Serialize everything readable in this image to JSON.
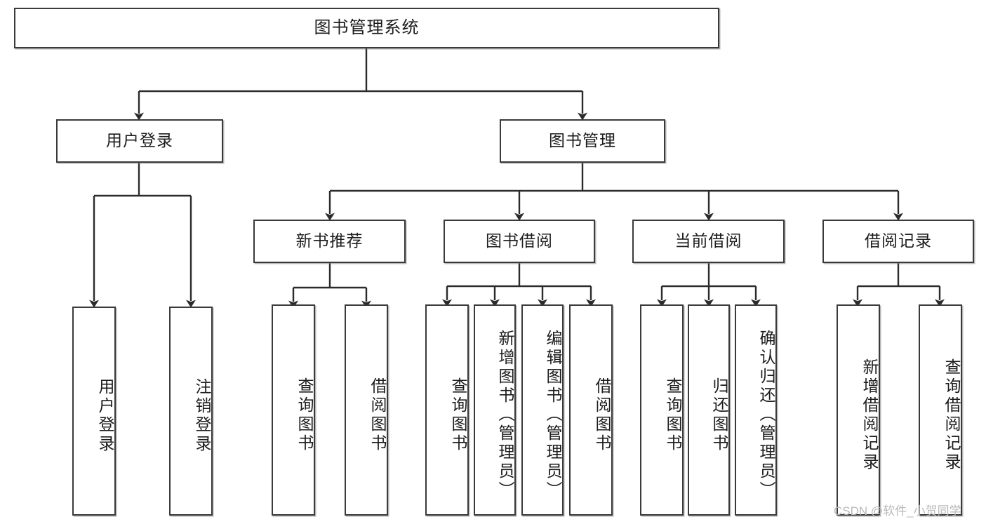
{
  "diagram": {
    "title": "图书管理系统",
    "type": "hierarchy-tree",
    "colors": {
      "box_border": "#3a3a3a",
      "box_fill": "#ffffff",
      "line": "#2b2b2b",
      "text": "#1c1c1c",
      "watermark": "#b9b9b9",
      "background": "#ffffff"
    },
    "root": {
      "label": "图书管理系统"
    },
    "level1": [
      {
        "label": "用户登录"
      },
      {
        "label": "图书管理"
      }
    ],
    "level2": [
      {
        "label": "新书推荐"
      },
      {
        "label": "图书借阅"
      },
      {
        "label": "当前借阅"
      },
      {
        "label": "借阅记录"
      }
    ],
    "leaves": {
      "user_login": [
        {
          "label": "用户登录"
        },
        {
          "label": "注销登录"
        }
      ],
      "new_book_recommend": [
        {
          "label": "查询图书"
        },
        {
          "label": "借阅图书"
        }
      ],
      "book_borrow": [
        {
          "label": "查询图书"
        },
        {
          "label": "新增图书（管理员）"
        },
        {
          "label": "编辑图书（管理员）"
        },
        {
          "label": "借阅图书"
        }
      ],
      "current_borrow": [
        {
          "label": "查询图书"
        },
        {
          "label": "归还图书"
        },
        {
          "label": "确认归还（管理员）"
        }
      ],
      "borrow_records": [
        {
          "label": "新增借阅记录"
        },
        {
          "label": "查询借阅记录"
        }
      ]
    }
  },
  "watermark": {
    "text": "CSDN @软件_小贺同学"
  }
}
